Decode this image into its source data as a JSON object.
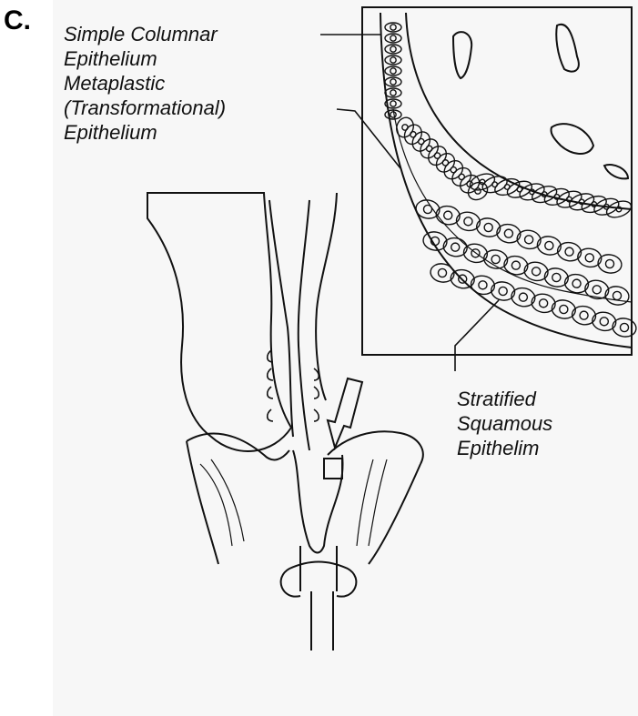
{
  "figure": {
    "panel_letter": "C.",
    "labels": {
      "simple_columnar": [
        "Simple Columnar",
        "Epithelium"
      ],
      "metaplastic": [
        "Metaplastic",
        "(Transformational)",
        "Epithelium"
      ],
      "stratified": [
        "Stratified",
        "Squamous",
        "Epithelim"
      ]
    }
  }
}
